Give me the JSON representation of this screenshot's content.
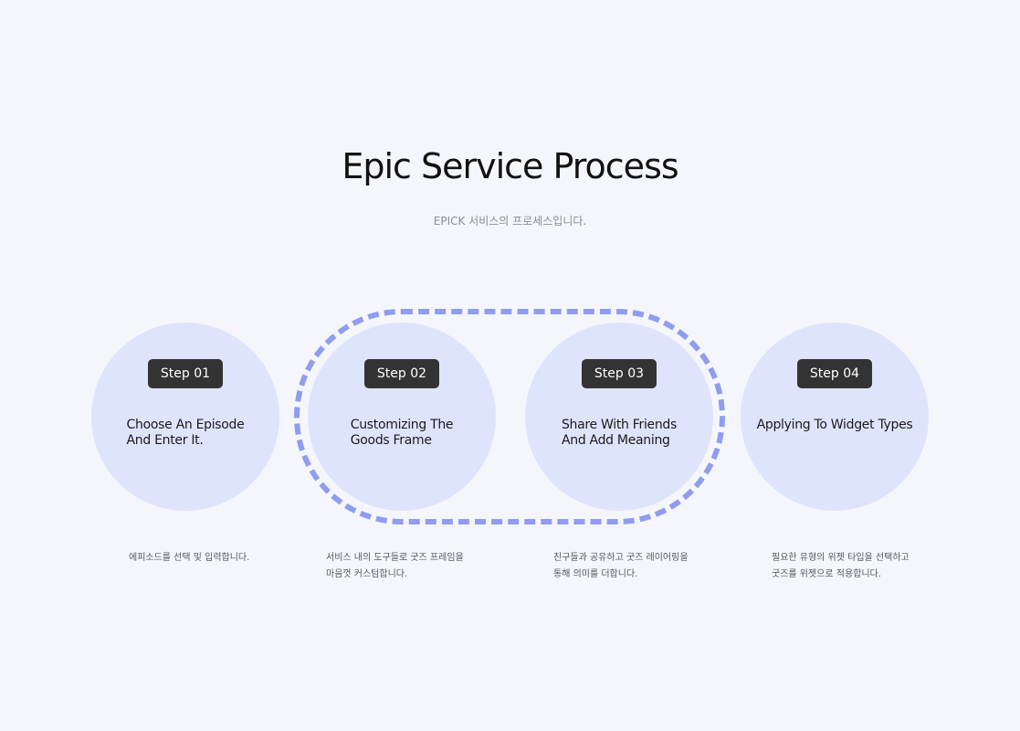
{
  "header": {
    "title": "Epic Service Process",
    "subtitle": "EPICK 서비스의 프로세스입니다."
  },
  "colors": {
    "background": "#f5f6fc",
    "circle_fill": "#dfe4fd",
    "dashed_outline": "#8f9dee",
    "badge_fill": "#333333",
    "badge_text": "#ffffff"
  },
  "steps": [
    {
      "badge": "Step 01",
      "title_lines": [
        "Choose An Episode",
        "And Enter It."
      ],
      "desc_lines": [
        "에피소드를 선택 및 입력합니다."
      ]
    },
    {
      "badge": "Step 02",
      "title_lines": [
        "Customizing The",
        "Goods Frame"
      ],
      "desc_lines": [
        "서비스 내의 도구들로 굿즈 프레임을",
        "마음껏 커스텀합니다."
      ]
    },
    {
      "badge": "Step 03",
      "title_lines": [
        "Share With Friends",
        "And Add Meaning"
      ],
      "desc_lines": [
        "친구들과 공유하고 굿즈 레이어링을",
        "통해 의미를 더합니다."
      ]
    },
    {
      "badge": "Step 04",
      "title_lines": [
        "Applying To Widget Types"
      ],
      "desc_lines": [
        "필요한 유형의 위젯 타입을 선택하고",
        "굿즈를 위젯으로 적용합니다."
      ]
    }
  ]
}
